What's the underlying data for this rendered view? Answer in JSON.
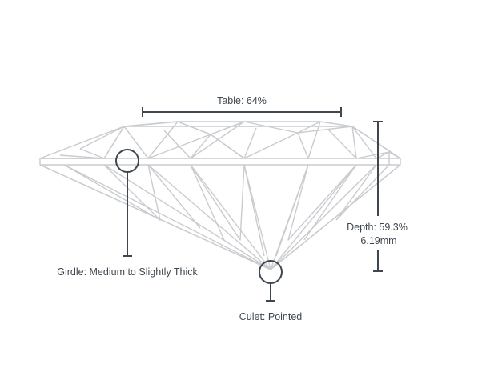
{
  "annotations": {
    "table": "Table: 64%",
    "depth_percent": "Depth: 59.3%",
    "depth_mm": "6.19mm",
    "girdle": "Girdle: Medium to Slightly Thick",
    "culet": "Culet: Pointed"
  },
  "colors": {
    "facet_lines": "#c9cbcf",
    "measure_lines": "#3e4750",
    "text": "#3e4750",
    "background": "#ffffff"
  }
}
